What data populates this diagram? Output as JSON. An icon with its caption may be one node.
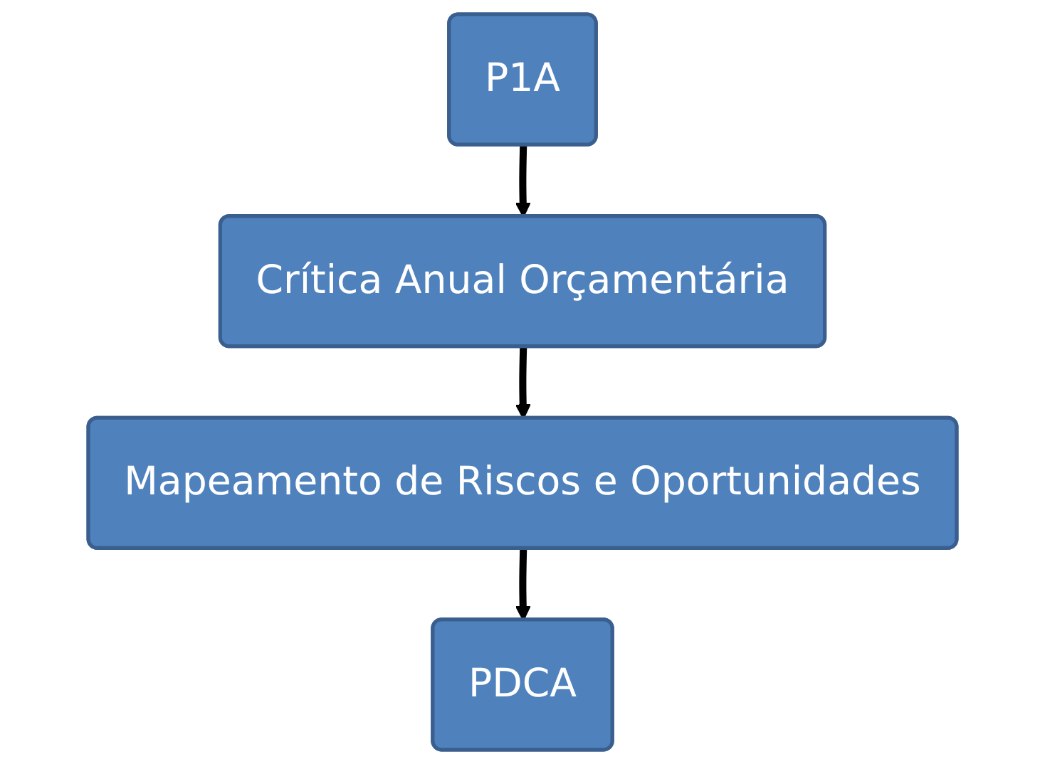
{
  "diagram": {
    "nodes": [
      {
        "text": [
          "P1A"
        ]
      },
      {
        "text": [
          "Crítica Anual Orçamentária"
        ]
      },
      {
        "text": [
          "Mapeamento de Riscos e Oportunidades"
        ]
      },
      {
        "text": [
          "PDCA"
        ]
      }
    ],
    "edges": [
      {
        "from": 0,
        "to": 1,
        "arrow": "to"
      },
      {
        "from": 1,
        "to": 2,
        "arrow": "to"
      },
      {
        "from": 2,
        "to": 3,
        "arrow": "to"
      }
    ]
  }
}
